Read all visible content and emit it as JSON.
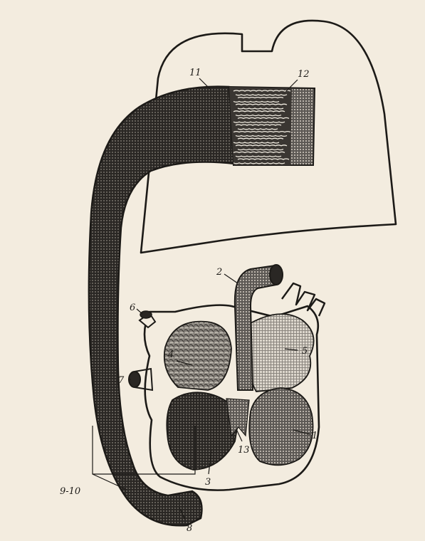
{
  "colors": {
    "paper": "#f3ecdf",
    "ink": "#1c1a17",
    "dark_vessel": "#2a2724",
    "medium_vessel": "#6d6965",
    "light_chamber": "#c9c3ba",
    "capillary_light": "#f2ede2"
  },
  "labels": {
    "l1": "1",
    "l2": "2",
    "l3": "3",
    "l4": "4",
    "l5": "5",
    "l6": "6",
    "l7": "7",
    "l8": "8",
    "l9_10": "9-10",
    "l11": "11",
    "l12": "12",
    "l13": "13"
  }
}
